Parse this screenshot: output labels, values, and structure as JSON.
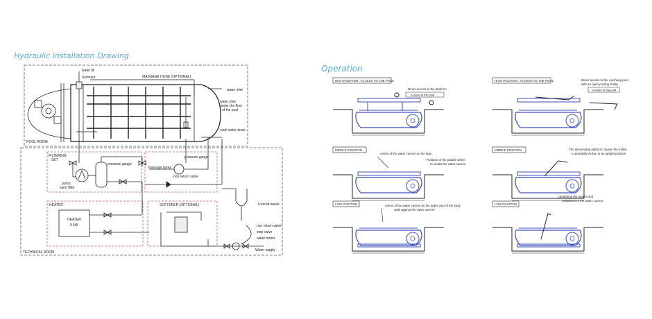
{
  "hydraulic": {
    "title": "Hydraulic Installation Drawing",
    "labels": {
      "water_fill": "water fill",
      "skimmer": "Skimmer",
      "massage_hose": "MASSAGE HOSE (OPTIONAL)",
      "water_inlet": "water inlet",
      "water_inlet_floor_1": "water inlet",
      "water_inlet_floor_2": "under the floor",
      "water_inlet_floor_3": "of the pool",
      "pool_water_drain": "pool water drain",
      "pool_room": "POOL ROOM",
      "filtering_1": "FILTERING",
      "filtering_2": "SET",
      "pressure_gauge_1": "pressure gauge",
      "pressure_gauge_2": "pressure gauge",
      "massage_pump": "massage pump",
      "non_return_valve": "non return valve",
      "pump": "pump",
      "sand_filter": "sand filter",
      "heater": "HEATER",
      "heater_box_1": "HEATER",
      "heater_box_2": "9 kW",
      "softener": "SOFTENER (OPTIONAL)",
      "u_bend": "U-bend waste",
      "non_return_valve_2": "non return valve",
      "stop_valve": "stop valve",
      "water_meter": "water meter",
      "water_supply": "Water supply",
      "technical_room": "TECHNICAL ROOM"
    }
  },
  "operation": {
    "title": "Operation",
    "panels": [
      {
        "label": "HIGH POSITION : ACCESS TO THE POOL",
        "note_1": "Direct access to the platform",
        "note_2": "",
        "arrow": "Access to the pool"
      },
      {
        "label": "HIGH POSITION : ACCESS TO THE POOL",
        "note_1": "Direct access to the overhang pool",
        "note_2": "with an open pooling trolley",
        "arrow": "Access to the pool"
      },
      {
        "label": "MIDDLE POSITION",
        "note_1": "Action of the water current on the legs",
        "note_2": "",
        "note_3": "Rotation of the paddle wheel",
        "note_4": "to create the water current"
      },
      {
        "label": "MIDDLE POSITION",
        "note_1": "The descending platform causes the trolley",
        "note_2": "to gradually incline to an upright position"
      },
      {
        "label": "LOW POSITION",
        "note_1": "Action of the water current on the upper part of the body",
        "note_2": "walk against the water current"
      },
      {
        "label": "LOW POSITION",
        "note_1": "Uprighting the patient and",
        "note_2": "resistance to the water current"
      }
    ]
  },
  "colors": {
    "accent": "#5aa9d6",
    "dashed_red": "#d9534f",
    "blue_line": "#3a4fbf",
    "black": "#222222"
  }
}
